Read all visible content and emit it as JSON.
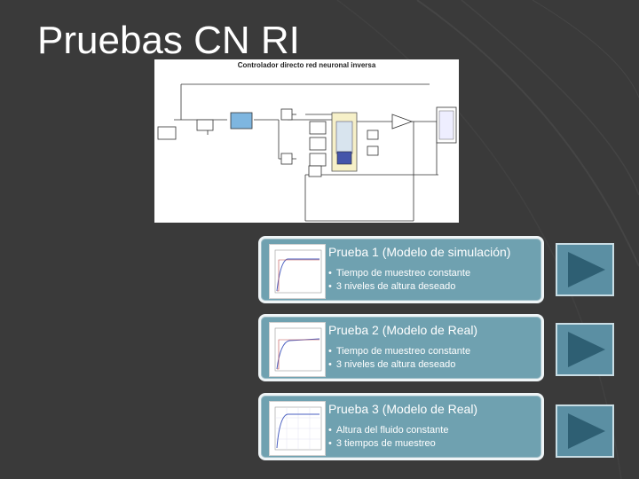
{
  "slide": {
    "title": "Pruebas CN RI",
    "colors": {
      "background": "#3a3a3a",
      "card": "#6fa1b0",
      "button": "#5b8fa3",
      "button_icon": "#2e5f73"
    }
  },
  "diagram": {
    "title": "Controlador directo red neuronal inversa"
  },
  "tests": [
    {
      "title": "Prueba 1 (Modelo de simulación)",
      "bullets": [
        "Tiempo de muestreo constante",
        "3 niveles de altura deseado"
      ]
    },
    {
      "title": "Prueba 2 (Modelo de Real)",
      "bullets": [
        "Tiempo de muestreo constante",
        "3 niveles de altura deseado"
      ]
    },
    {
      "title": "Prueba 3 (Modelo de Real)",
      "bullets": [
        "Altura del fluido constante",
        "3 tiempos de muestreo"
      ]
    }
  ],
  "buttons": [
    {
      "icon": "play-icon"
    },
    {
      "icon": "play-icon"
    },
    {
      "icon": "play-icon"
    }
  ]
}
